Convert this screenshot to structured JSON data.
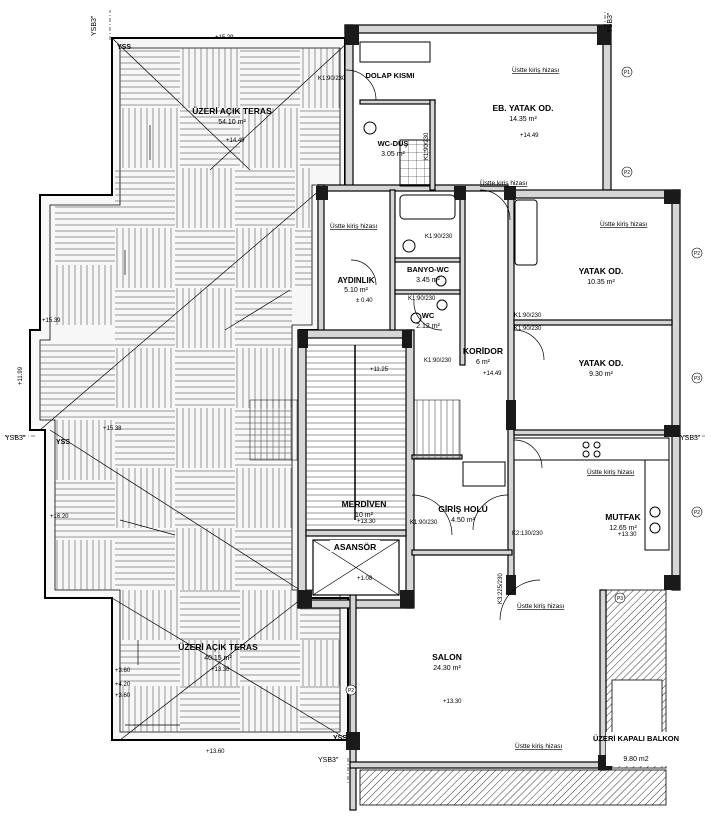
{
  "rooms": {
    "terrace_top": {
      "name": "ÜZERİ AÇIK TERAS",
      "area": "54.10 m²"
    },
    "dolap": {
      "name": "DOLAP KISMI"
    },
    "eb_yatak": {
      "name": "EB. YATAK OD.",
      "area": "14.35 m²"
    },
    "wc_dus": {
      "name": "WC-DUŞ",
      "area": "3.05 m²"
    },
    "aydinlik": {
      "name": "AYDINLIK",
      "area": "5.10 m²"
    },
    "banyo": {
      "name": "BANYO-WC",
      "area": "3.45 m²"
    },
    "wc": {
      "name": "WC",
      "area": "2.12 m²"
    },
    "yatak1": {
      "name": "YATAK OD.",
      "area": "10.35 m²"
    },
    "yatak2": {
      "name": "YATAK OD.",
      "area": "9.30 m²"
    },
    "koridor": {
      "name": "KORİDOR",
      "area": "6 m²"
    },
    "merdiven": {
      "name": "MERDİVEN",
      "area": "10 m²"
    },
    "giris": {
      "name": "GİRİŞ HOLÜ",
      "area": "4.50 m²"
    },
    "mutfak": {
      "name": "MUTFAK",
      "area": "12.65 m²"
    },
    "asansor": {
      "name": "ASANSÖR"
    },
    "terrace_bottom": {
      "name": "ÜZERİ AÇIK TERAS",
      "area": "40.15 m²"
    },
    "salon": {
      "name": "SALON",
      "area": "24.30 m²"
    },
    "balkon": {
      "name": "ÜZERİ KAPALI BALKON",
      "area": "9.80 m2"
    }
  },
  "notes": {
    "ustte_kiris": "Üstte kiriş hizası",
    "yss": "YSS",
    "ysb": "YSB3\""
  },
  "elevations": [
    "+15.29",
    "+14.49",
    "+14.49",
    "+15.39",
    "+15.38",
    "+11.99",
    "+11.25",
    "+14.49",
    "+13.30",
    "+13.30",
    "+13.30",
    "+13.36",
    "+13.60",
    "+16.20",
    "+3.60",
    "+4.20",
    "+3.60",
    "± 0.40",
    "+1.08"
  ],
  "doors": [
    "K1:90/230",
    "K1:90/230",
    "K1:90/230",
    "K1:90/230",
    "K1:90/230",
    "K1:90/230",
    "K1:90/230",
    "K1:90/230",
    "K2:130/230",
    "K3:225/230"
  ],
  "windows": [
    "P1",
    "P2",
    "P2",
    "P3",
    "P2",
    "P2",
    "P3"
  ]
}
